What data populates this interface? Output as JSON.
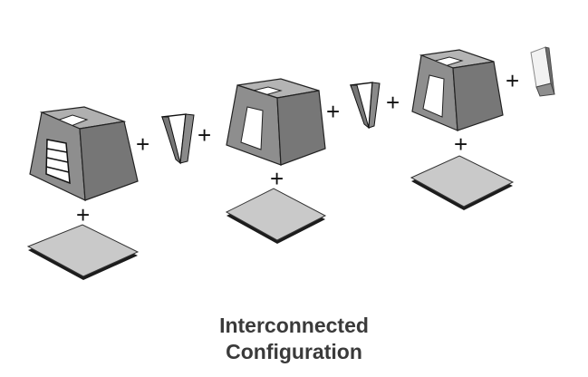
{
  "figure": {
    "caption_line1": "Interconnected",
    "caption_line2": "Configuration",
    "plus_symbol": "+"
  },
  "modules": [
    {
      "type": "shelter",
      "feature": "ladder"
    },
    {
      "type": "connector"
    },
    {
      "type": "shelter",
      "feature": "doorway"
    },
    {
      "type": "connector"
    },
    {
      "type": "shelter",
      "feature": "doorway"
    },
    {
      "type": "end-panel"
    }
  ],
  "colors": {
    "shelter_front": "#8c8c8c",
    "shelter_side": "#777777",
    "shelter_top": "#b4b4b4",
    "base_top": "#c8c8c8",
    "base_edge": "#1a1a1a",
    "outline": "#222222",
    "opening": "#ffffff"
  }
}
